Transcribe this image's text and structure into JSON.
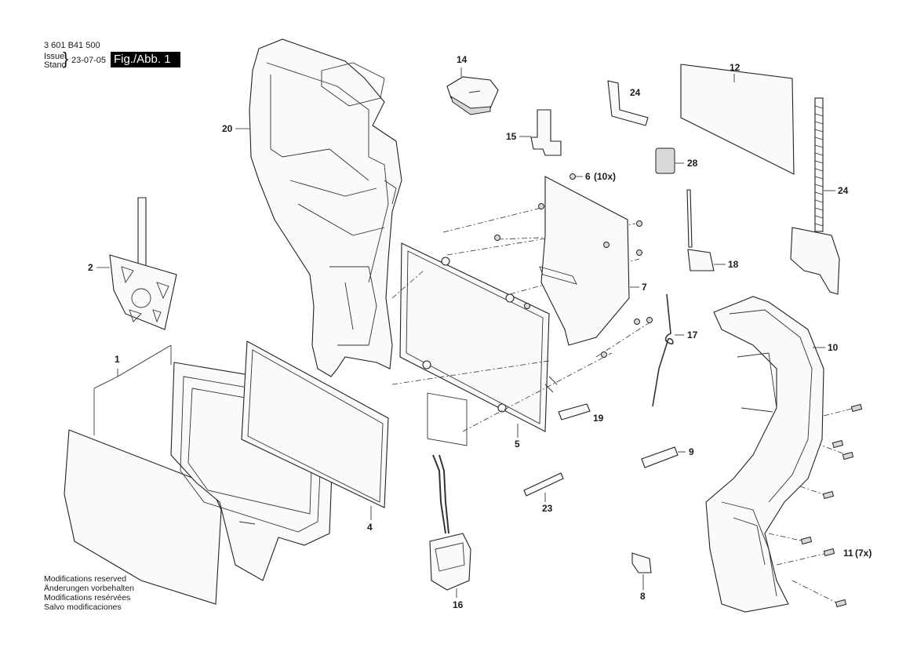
{
  "header": {
    "part_number": "3 601 B41 500",
    "issue_label": "Issue",
    "stand_label": "Stand",
    "date": "23-07-05",
    "figure_label": "Fig./Abb. 1"
  },
  "footer": {
    "notes": [
      "Modifications reserved",
      "Änderungen vorbehalten",
      "Modifications resérvées",
      "Salvo modificaciones"
    ]
  },
  "callouts": {
    "c1": "1",
    "c2": "2",
    "c4": "4",
    "c5": "5",
    "c6": "6",
    "c6q": "(10x)",
    "c7": "7",
    "c8": "8",
    "c9": "9",
    "c10": "10",
    "c11": "11",
    "c11q": "(7x)",
    "c12": "12",
    "c14": "14",
    "c15": "15",
    "c16": "16",
    "c17": "17",
    "c18": "18",
    "c19": "19",
    "c20": "20",
    "c23": "23",
    "c24a": "24",
    "c24b": "24",
    "c28": "28"
  }
}
